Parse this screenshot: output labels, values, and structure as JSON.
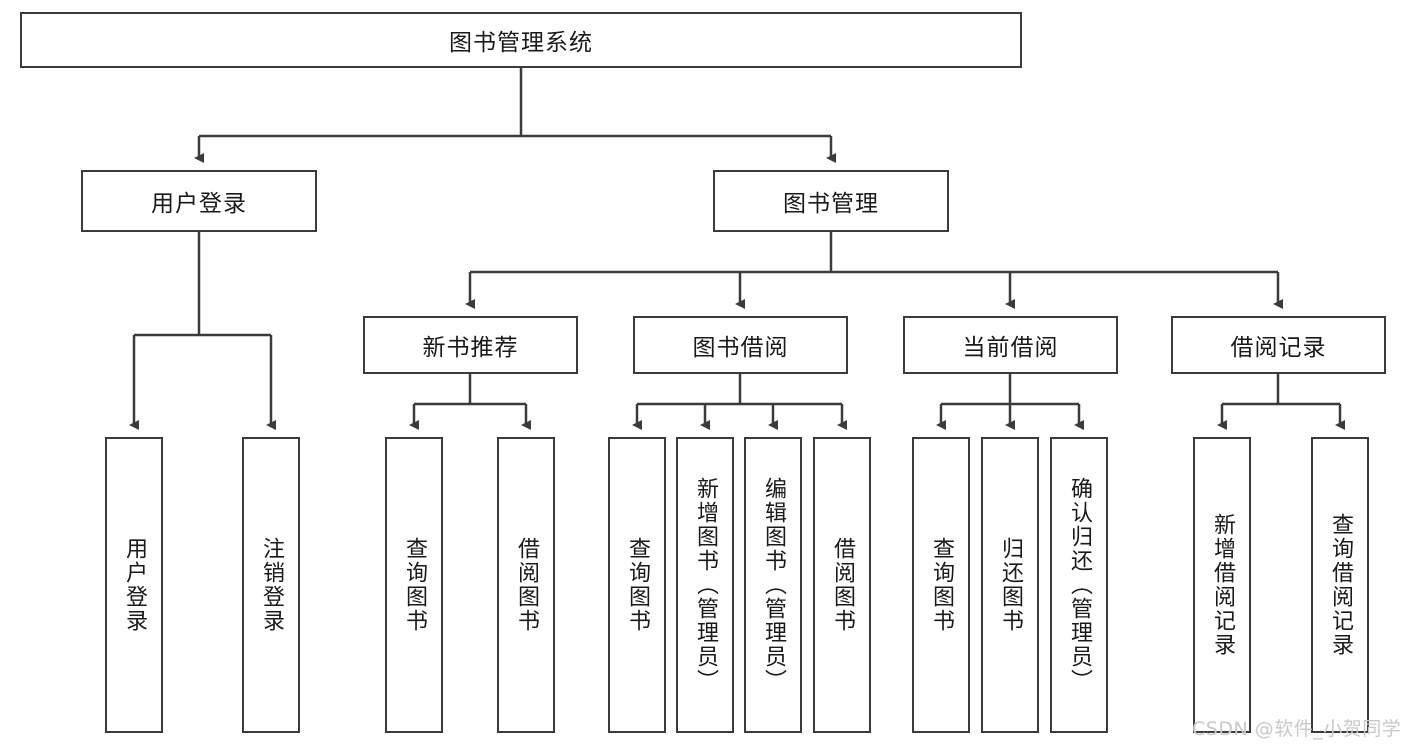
{
  "diagram": {
    "type": "hierarchy-tree",
    "title": "图书管理系统",
    "watermark": "CSDN @软件_小贺同学",
    "colors": {
      "stroke": "#3b3b3b",
      "fill": "#ffffff",
      "text": "#1a1a1a",
      "watermark": "#c9c9c9"
    },
    "level2": [
      {
        "label": "用户登录"
      },
      {
        "label": "图书管理"
      }
    ],
    "level3": [
      {
        "label": "新书推荐"
      },
      {
        "label": "图书借阅"
      },
      {
        "label": "当前借阅"
      },
      {
        "label": "借阅记录"
      }
    ],
    "leaves": {
      "user_login": [
        {
          "label": "用户登录"
        },
        {
          "label": "注销登录"
        }
      ],
      "new_book": [
        {
          "label": "查询图书"
        },
        {
          "label": "借阅图书"
        }
      ],
      "book_borrow": [
        {
          "label": "查询图书"
        },
        {
          "label": "新增图书（管理员）"
        },
        {
          "label": "编辑图书（管理员）"
        },
        {
          "label": "借阅图书"
        }
      ],
      "current_borrow": [
        {
          "label": "查询图书"
        },
        {
          "label": "归还图书"
        },
        {
          "label": "确认归还（管理员）"
        }
      ],
      "borrow_record": [
        {
          "label": "新增借阅记录"
        },
        {
          "label": "查询借阅记录"
        }
      ]
    }
  }
}
